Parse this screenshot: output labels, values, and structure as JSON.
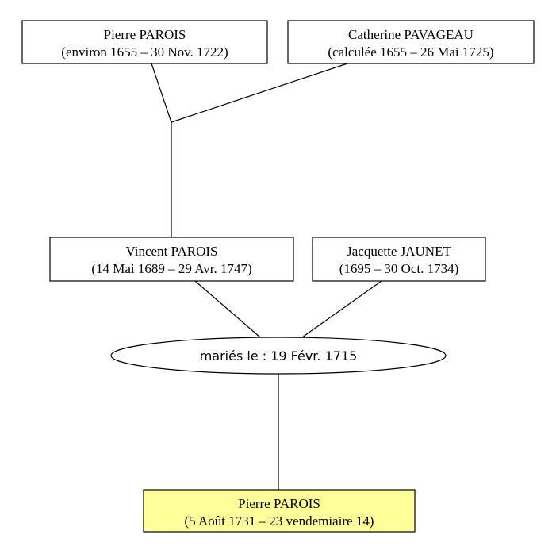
{
  "colors": {
    "background": "#ffffff",
    "stroke": "#000000",
    "highlight_fill": "#ffff99"
  },
  "people": {
    "father_of_father": {
      "name": "Pierre PAROIS",
      "dates": "(environ 1655 – 30 Nov. 1722)"
    },
    "mother_of_father": {
      "name": "Catherine PAVAGEAU",
      "dates": "(calculée 1655 – 26 Mai 1725)"
    },
    "father": {
      "name": "Vincent PAROIS",
      "dates": "(14 Mai 1689 – 29 Avr. 1747)"
    },
    "mother": {
      "name": "Jacquette JAUNET",
      "dates": "(1695 – 30 Oct. 1734)"
    },
    "subject": {
      "name": "Pierre PAROIS",
      "dates": "(5 Août 1731 – 23 vendemiaire 14)"
    }
  },
  "marriage": {
    "label": "mariés le : 19 Févr. 1715"
  }
}
